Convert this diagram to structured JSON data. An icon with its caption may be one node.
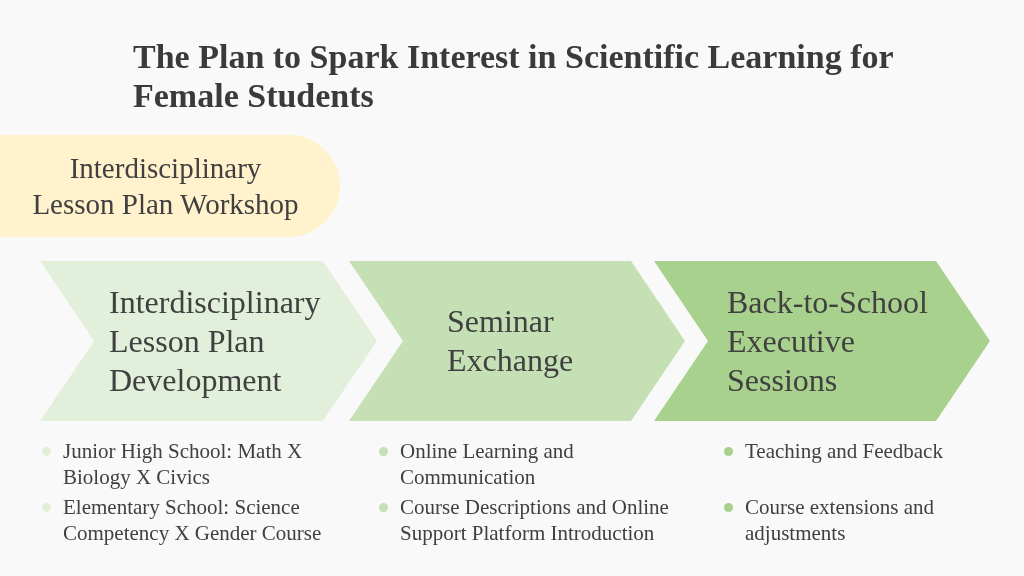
{
  "diagram": {
    "title": "The Plan to Spark Interest in Scientific Learning for Female Students",
    "nodes": [
      {
        "text": [
          "Interdisciplinary Lesson Plan Workshop"
        ]
      },
      {
        "text": [
          "Interdisciplinary Lesson Plan Development"
        ],
        "beside": [
          "Junior High School: Math X Biology X Civics",
          "Elementary School: Science Competency X Gender Course"
        ]
      },
      {
        "text": [
          "Seminar Exchange"
        ],
        "beside": [
          "Online Learning and Communication",
          "Course Descriptions and Online Support Platform Introduction"
        ]
      },
      {
        "text": [
          "Back-to-School Executive Sessions"
        ],
        "beside": [
          "Teaching and Feedback",
          "Course extensions and adjustments"
        ]
      }
    ]
  }
}
